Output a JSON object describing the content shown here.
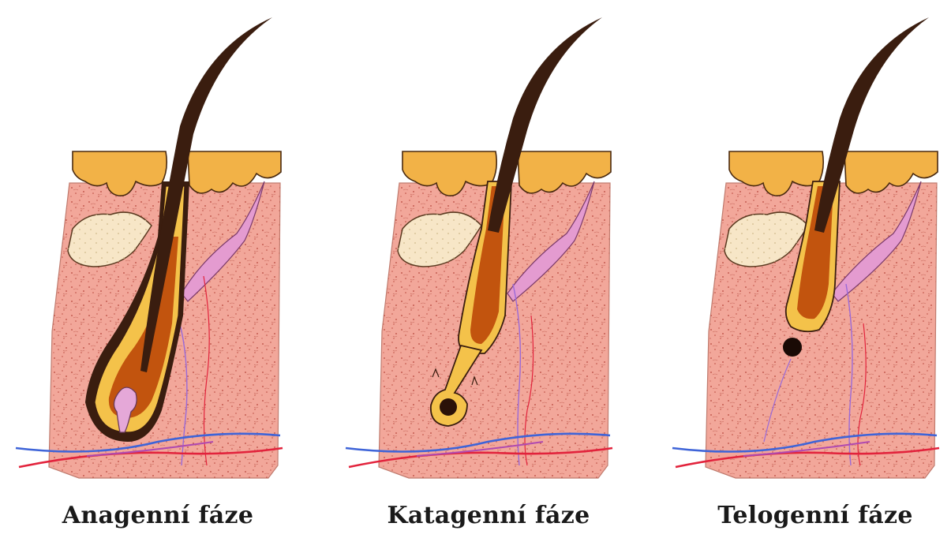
{
  "phases": [
    {
      "label": "Anagenní fáze",
      "stage": "anagen"
    },
    {
      "label": "Katagenní fáze",
      "stage": "catagen"
    },
    {
      "label": "Telogenní fáze",
      "stage": "telogen"
    }
  ],
  "colors": {
    "dermis": "#f2a79a",
    "dermis_dots": "#b8473c",
    "epidermis": "#f2b247",
    "fat_lobule": "#f7e6c7",
    "sheath": "#f4c24a",
    "hair_core": "#c2540e",
    "hair_shaft": "#3a1d0f",
    "muscle": "#e49bd0",
    "vein": "#3e64d8",
    "artery": "#e2233c",
    "vessel_mix": "#b04ab0",
    "capillary": "#9a6ad8"
  }
}
